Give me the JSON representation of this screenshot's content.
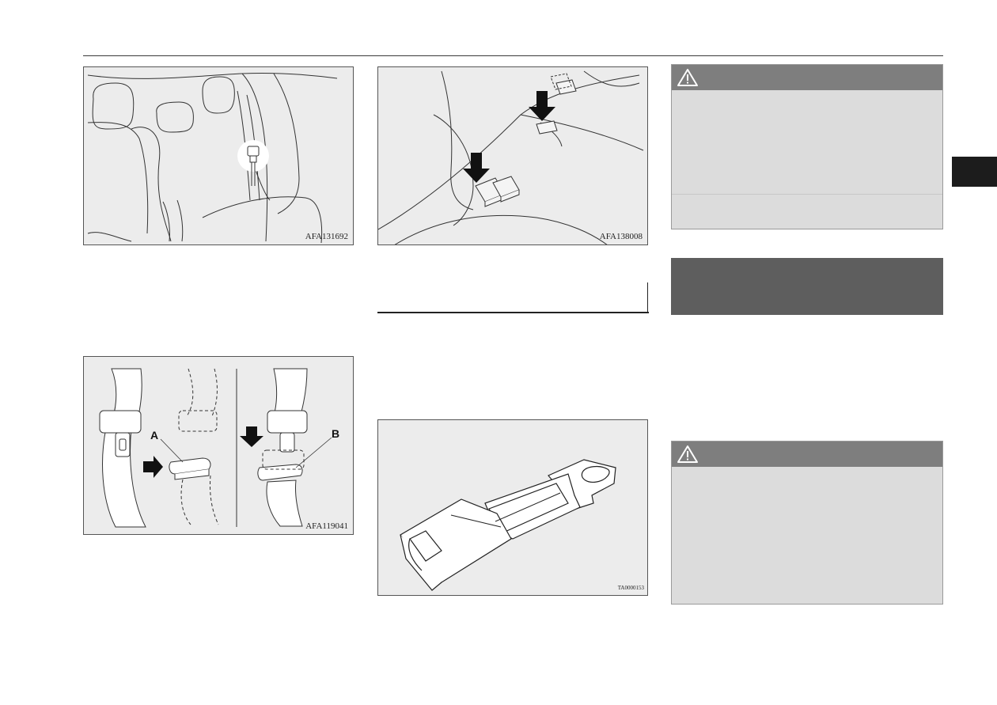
{
  "figures": {
    "rear_seat_anchor": {
      "code": "AFA131692"
    },
    "floor_buckles": {
      "code": "AFA138008"
    },
    "belt_stopper": {
      "code": "AFA119041",
      "label_a": "A",
      "label_b": "B"
    },
    "extender": {
      "code": "TA0000153"
    }
  },
  "warnings": {
    "upper": {
      "icon": "warning-triangle-icon"
    },
    "lower": {
      "icon": "warning-triangle-icon"
    }
  },
  "colors": {
    "figure_bg": "#ececec",
    "warning_header": "#7e7e7e",
    "warning_body": "#dcdcdc",
    "dark_box": "#5e5e5e",
    "side_tab": "#1c1c1c"
  }
}
